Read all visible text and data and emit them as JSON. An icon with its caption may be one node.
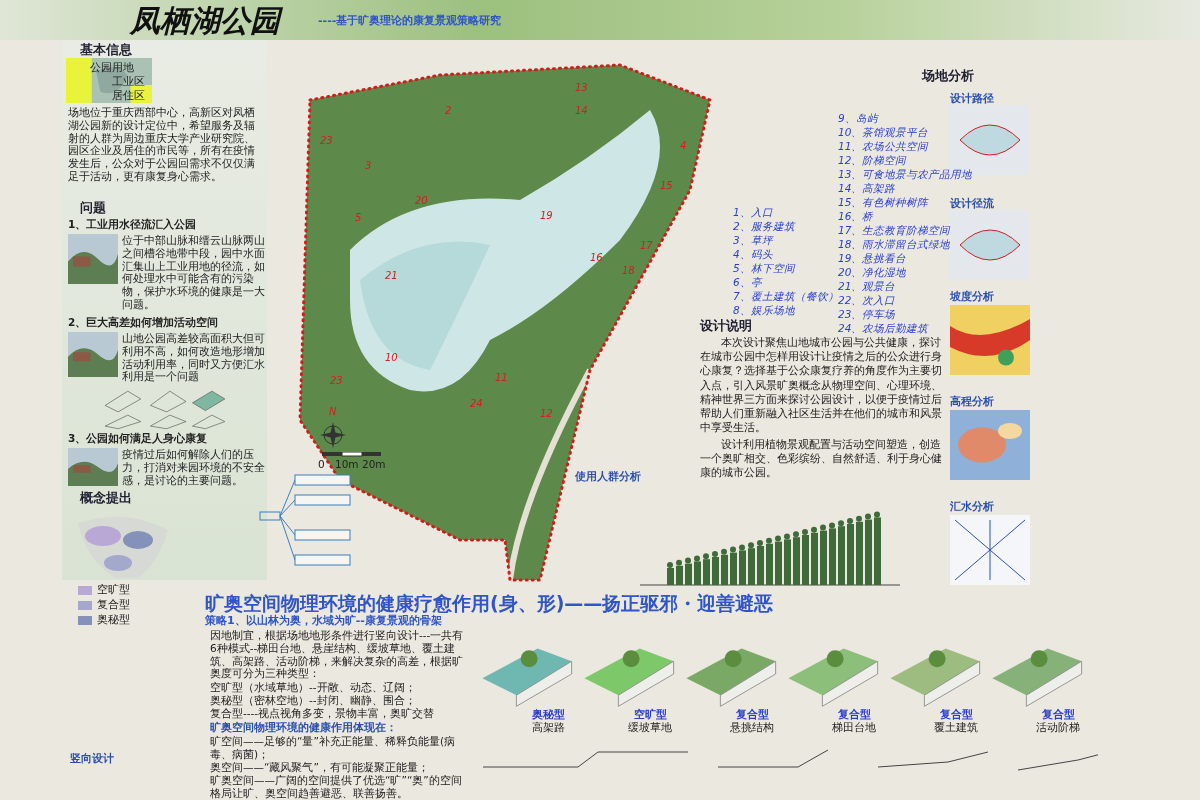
{
  "diagram": {
    "title": "凤栖湖公园",
    "nodes": [
      {
        "text": [],
        "shape": "picture"
      },
      {
        "text": [],
        "shape": "picture"
      },
      {
        "text": [],
        "shape": "picture"
      },
      {
        "text": [],
        "shape": "picture"
      },
      {
        "text": [],
        "shape": "picture"
      },
      {
        "text": [],
        "shape": "picture"
      },
      {
        "text": [],
        "shape": "picture"
      },
      {
        "text": [],
        "shape": "picture"
      },
      {
        "text": [],
        "shape": "picture"
      }
    ],
    "labels": [
      "----基于旷奥理论的康复景观策略研究",
      "基本信息",
      "公园用地",
      "工业区",
      "居住区",
      "场地位于重庆西部中心，高新区对凤栖湖公园新的设计定位中，希望服务及辐射的人群为周边重庆大学产业研究院、园区企业及居住的市民等，所有在疫情发生后，公众对于公园回需求不仅仅满足于活动，更有康复身心需求。",
      "问题",
      "1、工业用水径流汇入公园",
      "位于中部山脉和缙云山脉两山之间槽谷地带中段，园中水面汇集山上工业用地的径流，如何处理水中可能含有的污染物，保护水环境的健康是一大问题。",
      "2、巨大高差如何增加活动空间",
      "山地公园高差较高面积大但可利用不高，如何改造地形增加活动利用率，同时又方便汇水利用是一个问题",
      "3、公园如何满足人身心康复",
      "疫情过后如何解除人们的压力，打消对来园环境的不安全感，是讨论的主要问题。",
      "概念提出",
      "N",
      "0",
      "10m",
      "20m",
      "23",
      "3",
      "2",
      "20",
      "5",
      "13",
      "19",
      "14",
      "15",
      "17",
      "18",
      "16",
      "21",
      "10",
      "23",
      "24",
      "11",
      "12",
      "4",
      "1、入口",
      "2、服务建筑",
      "3、草坪",
      "4、码头",
      "5、林下空间",
      "6、亭",
      "7、覆土建筑（餐饮）",
      "8、娱乐场地",
      "9、岛屿",
      "10、茶馆观景平台",
      "11、农场公共空间",
      "12、阶梯空间",
      "13、可食地景与农产品用地",
      "14、高架路",
      "15、有色树种树阵",
      "16、桥",
      "17、生态教育阶梯空间",
      "18、雨水滞留台式绿地",
      "19、悬挑看台",
      "20、净化湿地",
      "21、观景台",
      "22、次入口",
      "23、停车场",
      "24、农场后勤建筑",
      "场地分析",
      "设计路径",
      "设计径流",
      "坡度分析",
      "高程分析",
      "汇水分析",
      "设计说明",
      "本次设计聚焦山地城市公园与公共健康，探讨在城市公园中怎样用设计让疫情之后的公众进行身心康复？选择基于公众康复疗养的角度作为主要切入点，引入风景旷奥概念从物理空间、心理环境、精神世界三方面来探讨公园设计，以便于疫情过后帮助人们重新融入社区生活并在他们的城市和风景中享受生活。",
      "设计利用植物景观配置与活动空间塑造，创造一个奥旷相交、色彩缤纷、自然舒适、利于身心健康的城市公园。",
      "使用人群分析",
      "旷奥空间物理环境的健康疗愈作用(身、形)——扬正驱邪・迎善避恶",
      "策略1、以山林为奥，水域为旷--康复景观的骨架",
      "因地制宜，根据场地地形条件进行竖向设计---一共有6种模式--梯田台地、悬崖结构、缓坡草地、覆土建筑、高架路、活动阶梯，来解决复杂的高差，根据旷奥度可分为三种类型：",
      "空旷型（水域草地）--开敞、动态、辽阔；",
      "奥秘型（密林空地）--封闭、幽静、围合；",
      "复合型----视点视角多变，景物丰富，奥旷交替",
      "旷奥空间物理环境的健康作用体现在：",
      "旷空间——足够的“量”补充正能量、稀释负能量(病毒、病菌)；",
      "奥空间——“藏风聚气”，有可能凝聚正能量；",
      "旷奥空间——广阔的空间提供了优选“旷”“奥”的空间格局让旷、奥空间趋善避恶、联善扬善。",
      "竖向设计",
      "奥秘型",
      "高架路",
      "空旷型",
      "缓坡草地",
      "复合型",
      "悬挑结构",
      "复合型",
      "梯田台地",
      "复合型",
      "覆土建筑",
      "复合型",
      "活动阶梯"
    ],
    "legend": [
      {
        "text": "空旷型",
        "color": "#b9a7d6"
      },
      {
        "text": "复合型",
        "color": "#a3a9cc"
      },
      {
        "text": "奥秘型",
        "color": "#8491b8"
      }
    ]
  }
}
